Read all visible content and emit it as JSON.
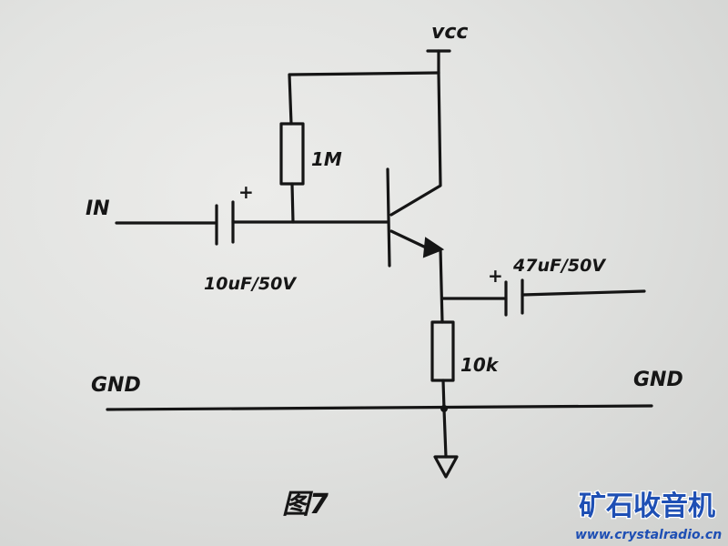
{
  "labels": {
    "vcc": "vcc",
    "input": "IN",
    "r_bias": "1M",
    "c_in": "10uF/50V",
    "c_out": "47uF/50V",
    "r_emitter": "10k",
    "gnd_left": "GND",
    "gnd_right": "GND",
    "plus_in": "+",
    "plus_out": "+",
    "figure_caption": "图7"
  },
  "watermark": {
    "title": "矿石收音机",
    "url": "www.crystalradio.cn",
    "color": "#1e4fb4"
  }
}
